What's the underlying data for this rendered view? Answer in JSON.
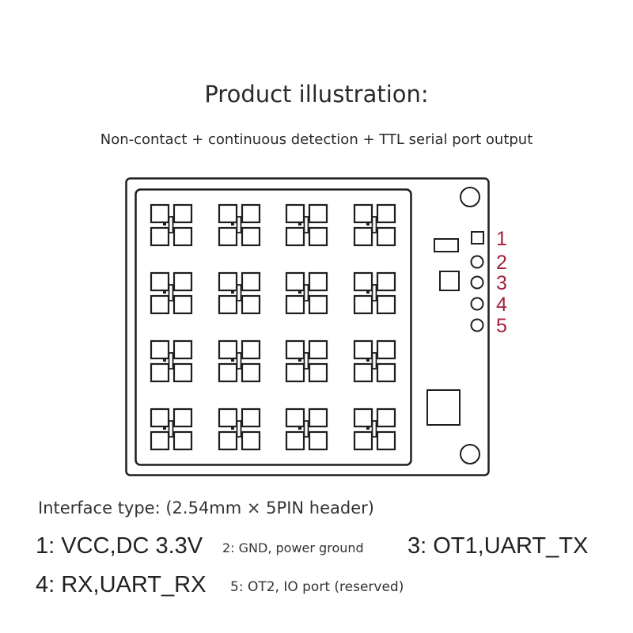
{
  "title": "Product illustration:",
  "subtitle": "Non-contact + continuous detection + TTL serial port output",
  "interface_type": "Interface type: (2.54mm × 5PIN header)",
  "pins": [
    {
      "label": "1: VCC,DC 3.3V"
    },
    {
      "label": "2: GND, power ground"
    },
    {
      "label": "3: OT1,UART_TX"
    },
    {
      "label": "4: RX,UART_RX"
    },
    {
      "label": "5: OT2, IO port (reserved)"
    }
  ],
  "pin_numbers": [
    "1",
    "2",
    "3",
    "4",
    "5"
  ],
  "colors": {
    "pin_number": "#a3213c",
    "line": "#1e1e1e"
  }
}
